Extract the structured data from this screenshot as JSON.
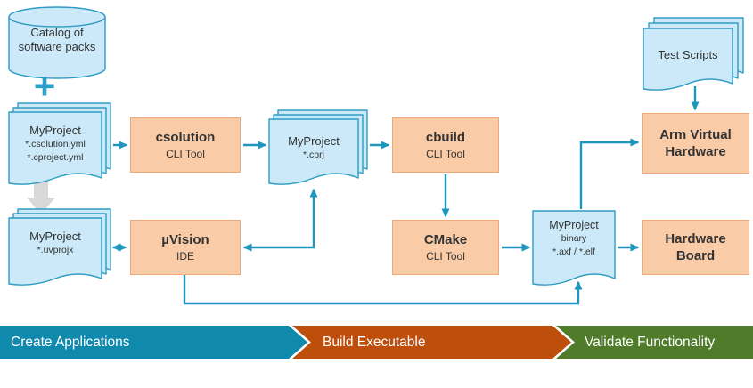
{
  "colors": {
    "doc_fill": "#CBE9F8",
    "doc_stroke": "#2E9CC3",
    "box_fill": "#F9CBA6",
    "box_stroke": "#EFA878",
    "arrow": "#1E96C0",
    "plus": "#2AA0C8",
    "flow_gray": "#D8D8D8"
  },
  "catalog": {
    "lines": [
      "Catalog of",
      "software packs"
    ]
  },
  "plus_icon": "+",
  "docs": {
    "solution_yaml": {
      "name": "MyProject",
      "details": [
        "*.csolution.yml",
        "*.cproject.yml"
      ]
    },
    "cprj": {
      "name": "MyProject",
      "details": [
        "*.cprj"
      ]
    },
    "uvprojx": {
      "name": "MyProject",
      "details": [
        "*.uvprojx"
      ]
    },
    "binary": {
      "name": "MyProject",
      "details": [
        "binary",
        "*.axf / *.elf"
      ]
    },
    "test_scripts": {
      "name": "Test Scripts",
      "details": []
    }
  },
  "tools": {
    "csolution": {
      "title": "csolution",
      "subtitle": "CLI Tool"
    },
    "cbuild": {
      "title": "cbuild",
      "subtitle": "CLI Tool"
    },
    "cmake": {
      "title": "CMake",
      "subtitle": "CLI Tool"
    },
    "uvision": {
      "title": "µVision",
      "subtitle": "IDE"
    }
  },
  "targets": {
    "avh": {
      "lines": [
        "Arm Virtual",
        "Hardware"
      ]
    },
    "board": {
      "lines": [
        "Hardware",
        "Board"
      ]
    }
  },
  "banners": [
    {
      "label": "Create Applications",
      "color": "#0F89AC"
    },
    {
      "label": "Build Executable",
      "color": "#BD4E0C"
    },
    {
      "label": "Validate Functionality",
      "color": "#4F7B2A"
    }
  ]
}
